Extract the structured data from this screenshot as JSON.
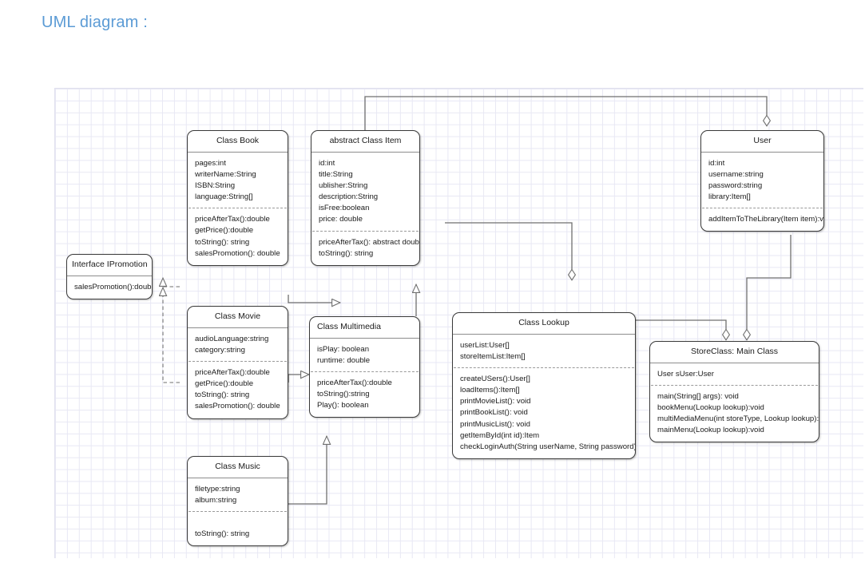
{
  "heading": "UML diagram :",
  "accent_color": "#5b9bd5",
  "diagram": {
    "type": "uml-class-diagram",
    "classes": [
      {
        "id": "iPromotion",
        "title": "Interface IPromotion",
        "attributes": [],
        "methods": [
          "salesPromotion():double"
        ]
      },
      {
        "id": "book",
        "title": "Class Book",
        "attributes": [
          "pages:int",
          "writerName:String",
          "ISBN:String",
          "language:String[]"
        ],
        "methods": [
          "priceAfterTax():double",
          "getPrice():double",
          "toString(): string",
          "salesPromotion(): double"
        ]
      },
      {
        "id": "item",
        "title": "abstract Class Item",
        "attributes": [
          "id:int",
          "title:String",
          "ublisher:String",
          "description:String",
          "isFree:boolean",
          "price: double"
        ],
        "methods": [
          "priceAfterTax(): abstract double",
          "toString(): string"
        ]
      },
      {
        "id": "user",
        "title": "User",
        "attributes": [
          "id:int",
          "username:string",
          "password:string",
          "library:Item[]"
        ],
        "methods": [
          "addItemToTheLibrary(Item item):void"
        ]
      },
      {
        "id": "movie",
        "title": "Class Movie",
        "attributes": [
          "audioLanguage:string",
          "category:string"
        ],
        "methods": [
          "priceAfterTax():double",
          "getPrice():double",
          "toString(): string",
          "salesPromotion(): double"
        ]
      },
      {
        "id": "multimedia",
        "title": "Class  Multimedia",
        "attributes": [
          "isPlay: boolean",
          "runtime: double"
        ],
        "methods": [
          "priceAfterTax():double",
          "toString():string",
          "Play(): boolean"
        ]
      },
      {
        "id": "lookup",
        "title": "Class Lookup",
        "attributes": [
          "userList:User[]",
          "storeItemList:Item[]"
        ],
        "methods": [
          "createUSers():User[]",
          "loadItems():Item[]",
          "printMovieList(): void",
          "printBookList(): void",
          "printMusicList(): void",
          "getItemById(int id):Item",
          "checkLoginAuth(String userName, String password):User"
        ]
      },
      {
        "id": "store",
        "title": "StoreClass: Main Class",
        "attributes": [
          " User sUser:User"
        ],
        "methods": [
          "main(String[] args): void",
          "bookMenu(Lookup lookup):void",
          "multiMediaMenu(int storeType, Lookup lookup):void",
          "mainMenu(Lookup lookup):void"
        ]
      },
      {
        "id": "music",
        "title": "Class Music",
        "attributes": [
          "filetype:string",
          "album:string"
        ],
        "methods": [
          "toString(): string"
        ]
      }
    ],
    "relationships": [
      {
        "from": "book",
        "to": "item",
        "kind": "generalization"
      },
      {
        "from": "multimedia",
        "to": "item",
        "kind": "generalization"
      },
      {
        "from": "movie",
        "to": "multimedia",
        "kind": "generalization"
      },
      {
        "from": "music",
        "to": "multimedia",
        "kind": "generalization"
      },
      {
        "from": "book",
        "to": "iPromotion",
        "kind": "realization"
      },
      {
        "from": "movie",
        "to": "iPromotion",
        "kind": "realization"
      },
      {
        "from": "item",
        "to": "user",
        "kind": "aggregation"
      },
      {
        "from": "item",
        "to": "lookup",
        "kind": "aggregation"
      },
      {
        "from": "lookup",
        "to": "store",
        "kind": "aggregation"
      },
      {
        "from": "user",
        "to": "store",
        "kind": "aggregation"
      }
    ]
  }
}
